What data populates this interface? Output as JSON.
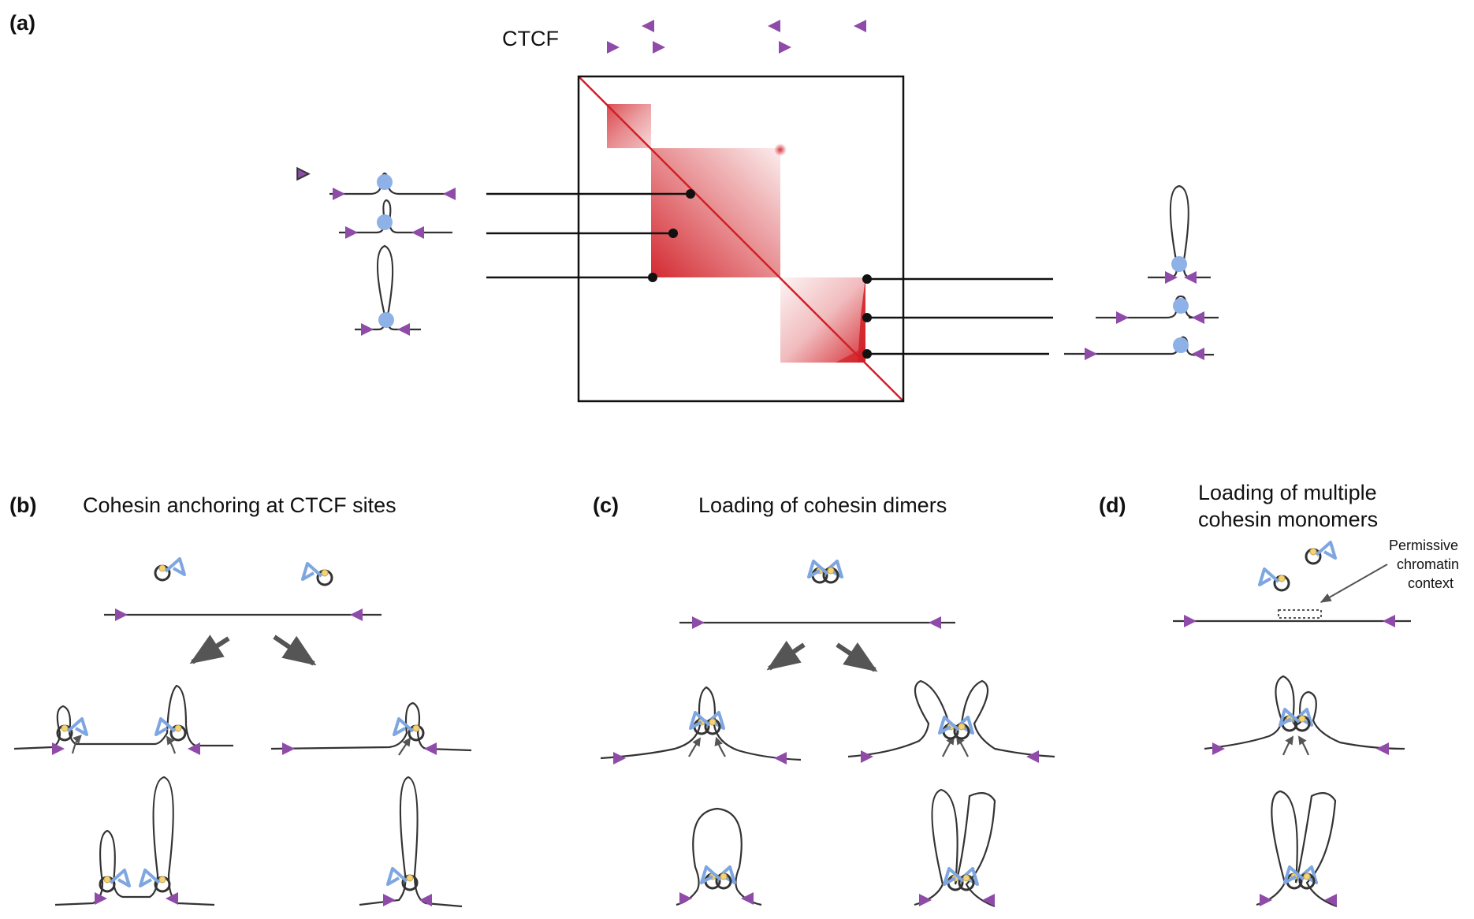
{
  "panels": {
    "a": {
      "label": "(a)",
      "ctcf_label": "CTCF"
    },
    "b": {
      "label": "(b)",
      "title": "Cohesin anchoring at CTCF sites"
    },
    "c": {
      "label": "(c)",
      "title": "Loading of cohesin dimers"
    },
    "d": {
      "label": "(d)",
      "title_line1": "Loading of multiple",
      "title_line2": "cohesin monomers",
      "annotation_line1": "Permissive",
      "annotation_line2": "chromatin",
      "annotation_line3": "context"
    }
  },
  "colors": {
    "ctcf": "#8e4ba8",
    "cohesin_ring": "#7ea6e0",
    "cohesin_dot": "#8eb1e8",
    "hinge": "#f3d27a",
    "contact_map": "#d11f26",
    "chromatin": "#333333",
    "arrow": "#555555"
  },
  "icons": {
    "ctcf_site": "triangle-icon",
    "cohesin": "cohesin-ring-icon",
    "anchor": "black-dot-icon"
  }
}
